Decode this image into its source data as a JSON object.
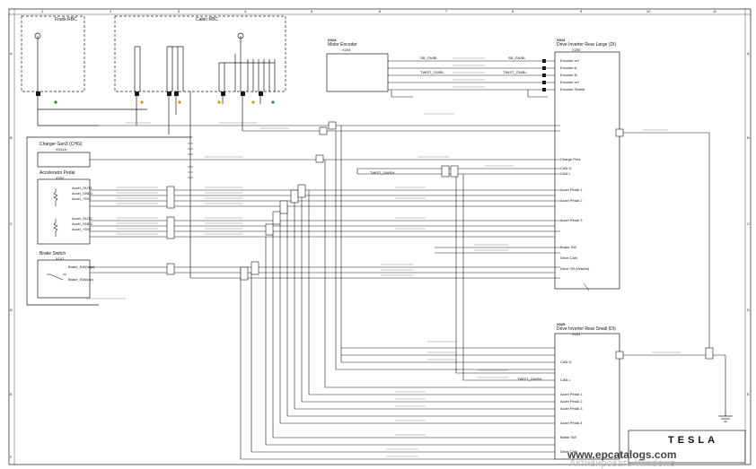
{
  "grid": {
    "columns": [
      "1",
      "2",
      "3",
      "4",
      "5",
      "6",
      "7",
      "8",
      "9",
      "10",
      "11"
    ],
    "rows": [
      "A",
      "B",
      "C",
      "D",
      "E",
      "F"
    ]
  },
  "blocks": {
    "frunk_rbc": "Frunk RBC",
    "cabin_rbc": "Cabin RBC",
    "motor_encoder": {
      "ref": "X024",
      "title": "Motor Encoder",
      "conn": "X254"
    },
    "charger_gen3": {
      "title": "Charger Gen3 (CHG)",
      "conn": "X041A"
    },
    "accel_pedal": {
      "title": "Accelerator Pedal",
      "conn": "X252"
    },
    "brake_switch": {
      "title": "Brake Switch",
      "conn": "X107"
    },
    "drive_inverter_large": {
      "ref": "X024",
      "title": "Drive Inverter Rear Large (DI)",
      "conn": "X250"
    },
    "drive_inverter_small": {
      "ref": "X025",
      "title": "Drive Inverter Rear Small (DI)",
      "conn": "X251"
    }
  },
  "pin_labels": {
    "accel_pins": [
      "Accel_OUT1",
      "Accel_GND1",
      "Accel_+5V1",
      "Accel_OUT2",
      "Accel_GND2",
      "Accel_+5V2"
    ],
    "brake_pins": [
      "Brake_SW(high)",
      "Brake_SW(low)"
    ],
    "di_large_pins": [
      "Encoder ref",
      "Encoder A",
      "Encoder B",
      "Encoder ref",
      "Encoder Shield",
      "Charge Pres",
      "CAN H",
      "CAN L",
      "Accel Pedal 1",
      "Accel Pedal 2",
      "Accel Pedal 3",
      "Brake SW",
      "Drive CAN",
      "Drive Off (Vehicle)"
    ],
    "di_small_pins": [
      "CAN H",
      "CAN L",
      "Accel Pedal 1",
      "Accel Pedal 2",
      "Accel Pedal 3",
      "Accel Pedal 4",
      "Brake SW",
      "Drive CAN"
    ]
  },
  "wire_codes": [
    "SB_GN/BL",
    "SB_GN/BL",
    "TWIST_GN/BL",
    "TWIST_GN/BL",
    "TWIST_GN/SH",
    "TWIST_GN/SH"
  ],
  "logo": "TESLA",
  "watermark": {
    "url": "www.epcatalogs.com",
    "text": "Активировать Windows"
  },
  "colors": {
    "line": "#1a1a1a",
    "ground": "#2a8a2a",
    "splice": "#c8a000",
    "watermark": "#555555"
  }
}
